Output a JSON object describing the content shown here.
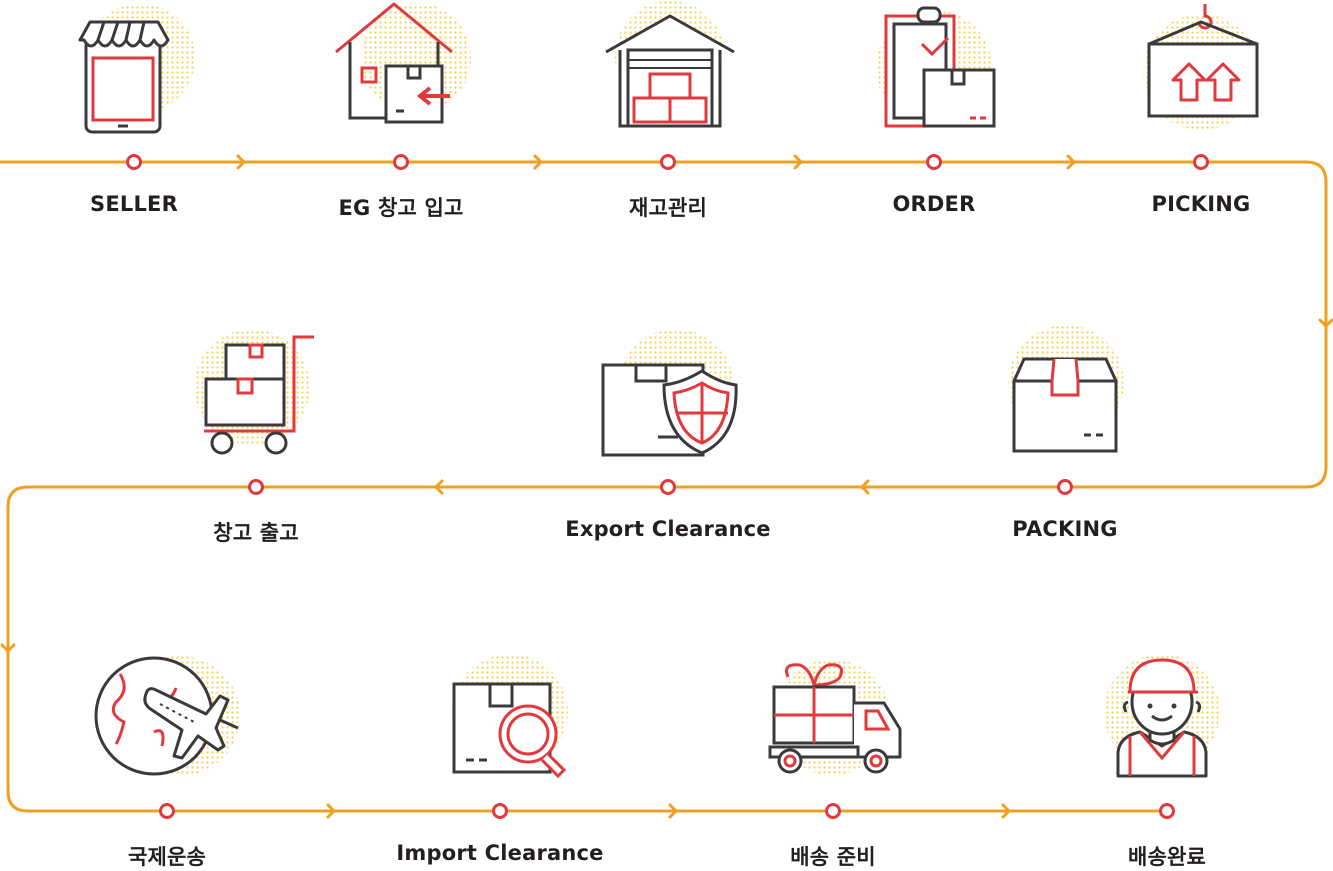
{
  "colors": {
    "line": "#f0a020",
    "accent": "#e03a3e",
    "ink": "#3a3a3c",
    "dots": "#f6d24a"
  },
  "steps": [
    {
      "label": "SELLER",
      "icon": "seller-shop-icon"
    },
    {
      "label": "EG 창고 입고",
      "icon": "warehouse-inbound-icon"
    },
    {
      "label": "재고관리",
      "icon": "inventory-icon"
    },
    {
      "label": "ORDER",
      "icon": "order-clipboard-icon"
    },
    {
      "label": "PICKING",
      "icon": "picking-crane-box-icon"
    },
    {
      "label": "PACKING",
      "icon": "packing-box-icon"
    },
    {
      "label": "Export Clearance",
      "icon": "export-shield-icon"
    },
    {
      "label": "창고 출고",
      "icon": "warehouse-outbound-cart-icon"
    },
    {
      "label": "국제운송",
      "icon": "globe-plane-icon"
    },
    {
      "label": "Import Clearance",
      "icon": "import-magnifier-icon"
    },
    {
      "label": "배송 준비",
      "icon": "delivery-truck-icon"
    },
    {
      "label": "배송완료",
      "icon": "delivery-person-icon"
    }
  ]
}
